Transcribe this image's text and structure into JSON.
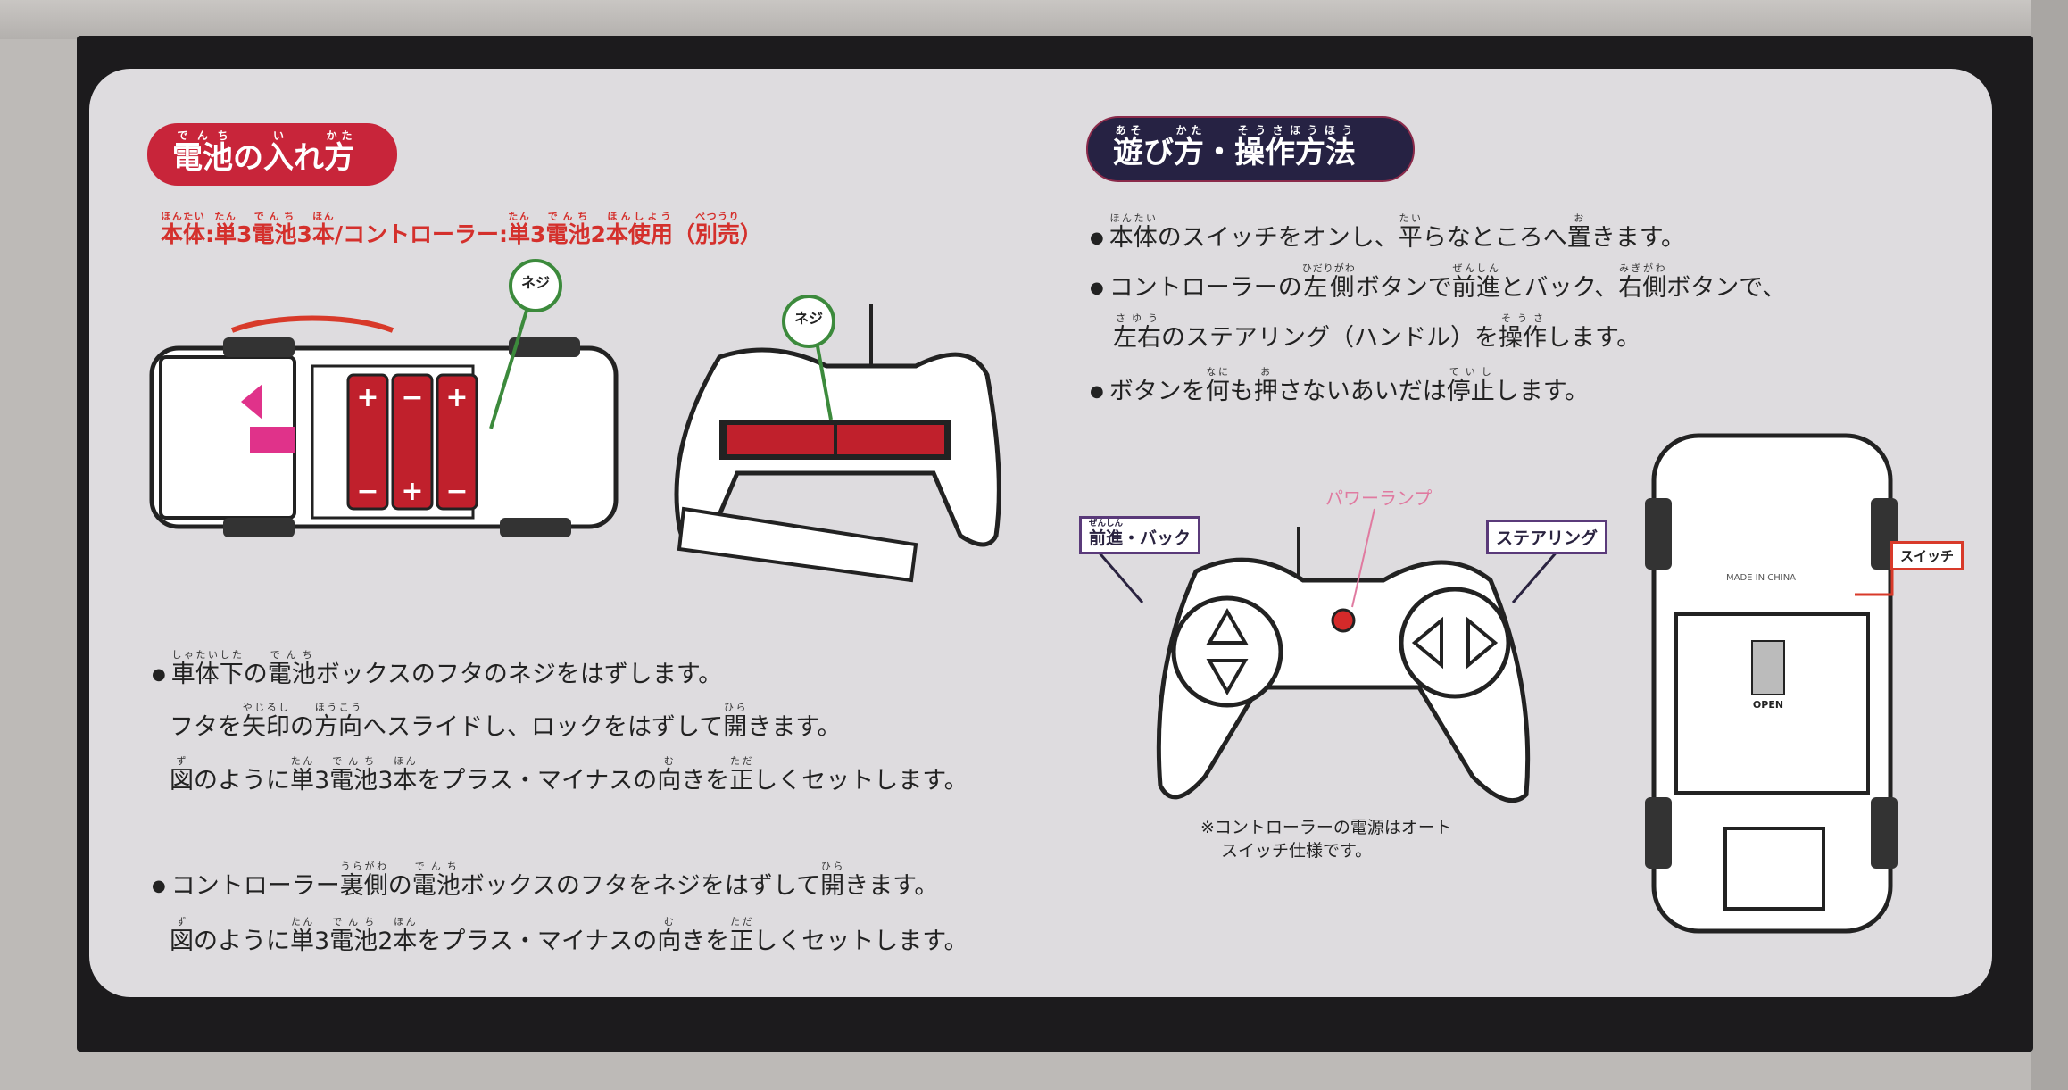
{
  "colors": {
    "red": "#c8253a",
    "navy": "#262243",
    "panel": "#dedcdf",
    "box": "#1c1b1d",
    "pink": "#e07aa0",
    "battery": "#c0202c"
  },
  "battery_section": {
    "title": [
      [
        "電池",
        "でんち"
      ],
      [
        "の",
        ""
      ],
      [
        "入",
        "い"
      ],
      [
        "れ",
        ""
      ],
      [
        "方",
        "かた"
      ]
    ],
    "subtitle": [
      [
        "本体",
        "ほんたい"
      ],
      [
        ":",
        ""
      ],
      [
        "単",
        "たん"
      ],
      [
        "3",
        ""
      ],
      [
        "電池",
        "でんち"
      ],
      [
        "3",
        ""
      ],
      [
        "本",
        "ほん"
      ],
      [
        "/コントローラー:",
        ""
      ],
      [
        "単",
        "たん"
      ],
      [
        "3",
        ""
      ],
      [
        "電池",
        "でんち"
      ],
      [
        "2",
        ""
      ],
      [
        "本使用",
        "ほんしよう"
      ],
      [
        "（",
        ""
      ],
      [
        "別売",
        "べつうり"
      ],
      [
        "）",
        ""
      ]
    ],
    "screw_label": "ネジ",
    "lines": [
      [
        [
          "車体下",
          "しゃたいした"
        ],
        [
          "の",
          ""
        ],
        [
          "電池",
          "でんち"
        ],
        [
          "ボックスのフタのネジをはずします。",
          ""
        ]
      ],
      [
        [
          "フタを",
          ""
        ],
        [
          "矢印",
          "やじるし"
        ],
        [
          "の",
          ""
        ],
        [
          "方向",
          "ほうこう"
        ],
        [
          "へスライドし、ロックをはずして",
          ""
        ],
        [
          "開",
          "ひら"
        ],
        [
          "きます。",
          ""
        ]
      ],
      [
        [
          "図",
          "ず"
        ],
        [
          "のように",
          ""
        ],
        [
          "単",
          "たん"
        ],
        [
          "3",
          ""
        ],
        [
          "電池",
          "でんち"
        ],
        [
          "3",
          ""
        ],
        [
          "本",
          "ほん"
        ],
        [
          "をプラス・マイナスの",
          ""
        ],
        [
          "向",
          "む"
        ],
        [
          "きを",
          ""
        ],
        [
          "正",
          "ただ"
        ],
        [
          "しくセットします。",
          ""
        ]
      ],
      [
        [
          "コントローラー",
          ""
        ],
        [
          "裏側",
          "うらがわ"
        ],
        [
          "の",
          ""
        ],
        [
          "電池",
          "でんち"
        ],
        [
          "ボックスのフタをネジをはずして",
          ""
        ],
        [
          "開",
          "ひら"
        ],
        [
          "きます。",
          ""
        ]
      ],
      [
        [
          "図",
          "ず"
        ],
        [
          "のように",
          ""
        ],
        [
          "単",
          "たん"
        ],
        [
          "3",
          ""
        ],
        [
          "電池",
          "でんち"
        ],
        [
          "2",
          ""
        ],
        [
          "本",
          "ほん"
        ],
        [
          "をプラス・マイナスの",
          ""
        ],
        [
          "向",
          "む"
        ],
        [
          "きを",
          ""
        ],
        [
          "正",
          "ただ"
        ],
        [
          "しくセットします。",
          ""
        ]
      ]
    ]
  },
  "play_section": {
    "title": [
      [
        "遊",
        "あそ"
      ],
      [
        "び",
        ""
      ],
      [
        "方",
        "かた"
      ],
      [
        "・",
        ""
      ],
      [
        "操作方法",
        "そうさほうほう"
      ]
    ],
    "lines": [
      [
        [
          "本体",
          "ほんたい"
        ],
        [
          "のスイッチをオンし、",
          ""
        ],
        [
          "平",
          "たい"
        ],
        [
          "らなところへ",
          ""
        ],
        [
          "置",
          "お"
        ],
        [
          "きます。",
          ""
        ]
      ],
      [
        [
          "コントローラーの",
          ""
        ],
        [
          "左側",
          "ひだりがわ"
        ],
        [
          "ボタンで",
          ""
        ],
        [
          "前進",
          "ぜんしん"
        ],
        [
          "とバック、",
          ""
        ],
        [
          "右側",
          "みぎがわ"
        ],
        [
          "ボタンで、",
          ""
        ]
      ],
      [
        [
          "左右",
          "さゆう"
        ],
        [
          "のステアリング（ハンドル）を",
          ""
        ],
        [
          "操作",
          "そうさ"
        ],
        [
          "します。",
          ""
        ]
      ],
      [
        [
          "ボタンを",
          ""
        ],
        [
          "何",
          "なに"
        ],
        [
          "も",
          ""
        ],
        [
          "押",
          "お"
        ],
        [
          "さないあいだは",
          ""
        ],
        [
          "停止",
          "ていし"
        ],
        [
          "します。",
          ""
        ]
      ]
    ],
    "label_forward_back": [
      [
        "前進",
        "ぜんしん"
      ],
      [
        "・バック",
        ""
      ]
    ],
    "label_steering": "ステアリング",
    "label_power_lamp": "パワーランプ",
    "label_switch": "スイッチ",
    "made_in": "MADE IN CHINA",
    "open": "OPEN",
    "note": [
      "※コントローラーの電源はオート",
      "スイッチ仕様です。"
    ]
  }
}
